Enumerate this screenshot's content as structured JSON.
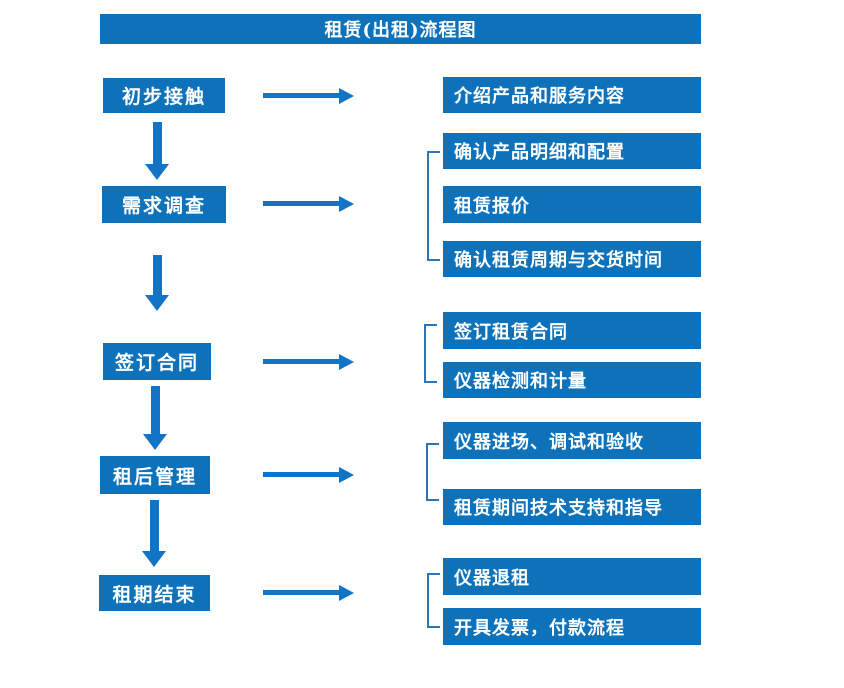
{
  "title": "租赁(出租)流程图",
  "colors": {
    "box": "#0d72ba",
    "arrow": "#1274c6",
    "bracket": "#2e75b6",
    "text": "#ffffff"
  },
  "steps": [
    {
      "label": "初步接触",
      "details": [
        "介绍产品和服务内容"
      ]
    },
    {
      "label": "需求调查",
      "details": [
        "确认产品明细和配置",
        "租赁报价",
        "确认租赁周期与交货时间"
      ]
    },
    {
      "label": "签订合同",
      "details": [
        "签订租赁合同",
        "仪器检测和计量"
      ]
    },
    {
      "label": "租后管理",
      "details": [
        "仪器进场、调试和验收",
        "租赁期间技术支持和指导"
      ]
    },
    {
      "label": "租期结束",
      "details": [
        "仪器退租",
        "开具发票，付款流程"
      ]
    }
  ]
}
